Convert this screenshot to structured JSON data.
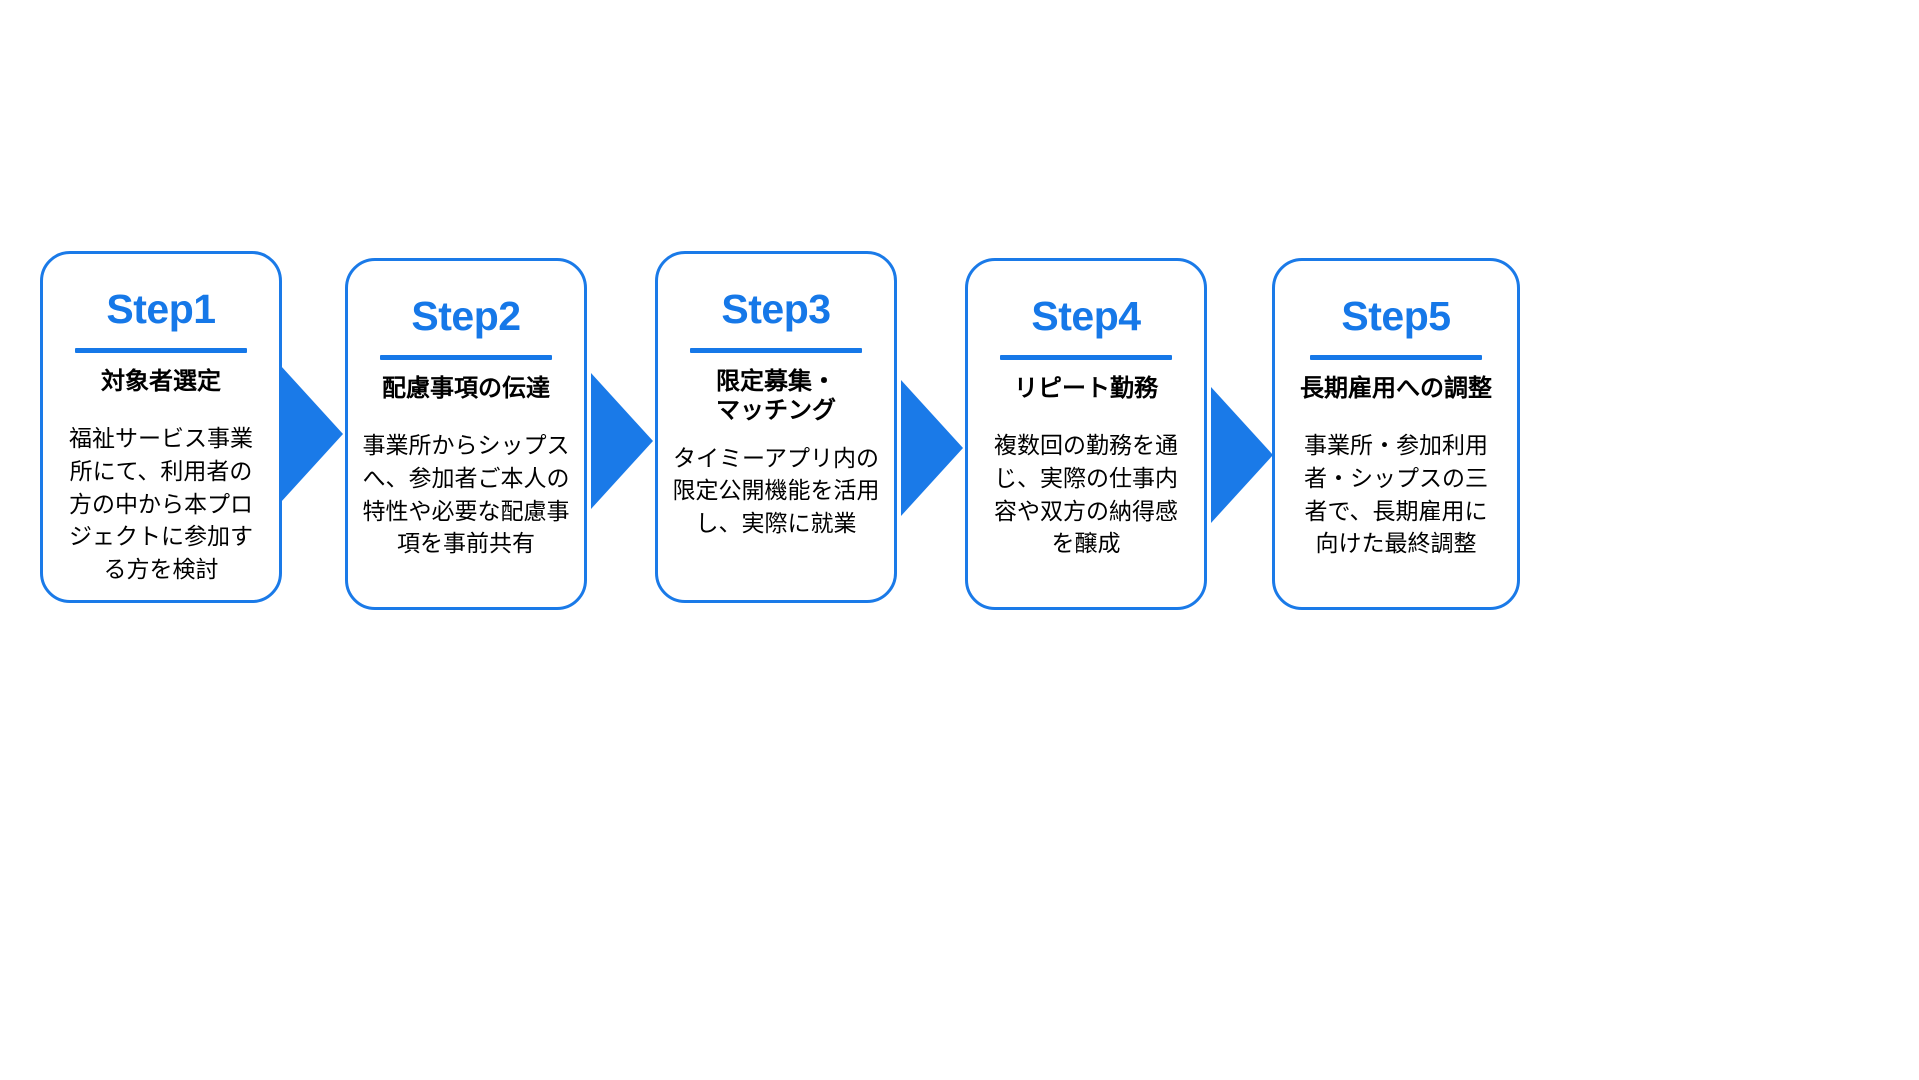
{
  "diagram": {
    "type": "process-flow",
    "orientation": "horizontal",
    "step_count": 5,
    "arrow_count": 4,
    "colors": {
      "accent_blue": "#1678e8",
      "card_border": "#1a7ae8",
      "arrow_fill": "#1a7ae8",
      "text_primary": "#000000",
      "background": "#ffffff"
    },
    "steps": [
      {
        "label": "Step1",
        "subtitle": "対象者選定",
        "body": "福祉サービス事業\n所にて、利用者の\n方の中から本プロ\nジェクトに参加す\nる方を検討"
      },
      {
        "label": "Step2",
        "subtitle": "配慮事項の伝達",
        "body": "事業所からシップス\nへ、参加者ご本人の\n特性や必要な配慮事\n項を事前共有"
      },
      {
        "label": "Step3",
        "subtitle": "限定募集・\nマッチング",
        "body": "タイミーアプリ内の\n限定公開機能を活用\nし、実際に就業"
      },
      {
        "label": "Step4",
        "subtitle": "リピート勤務",
        "body": "複数回の勤務を通\nじ、実際の仕事内\n容や双方の納得感\nを醸成"
      },
      {
        "label": "Step5",
        "subtitle": "長期雇用への調整",
        "body": "事業所・参加利用\n者・シップスの三\n者で、長期雇用に\n向けた最終調整"
      }
    ],
    "arrows": [
      {
        "name": "arrow-step1-to-step2"
      },
      {
        "name": "arrow-step2-to-step3"
      },
      {
        "name": "arrow-step3-to-step4"
      },
      {
        "name": "arrow-step4-to-step5"
      }
    ]
  }
}
